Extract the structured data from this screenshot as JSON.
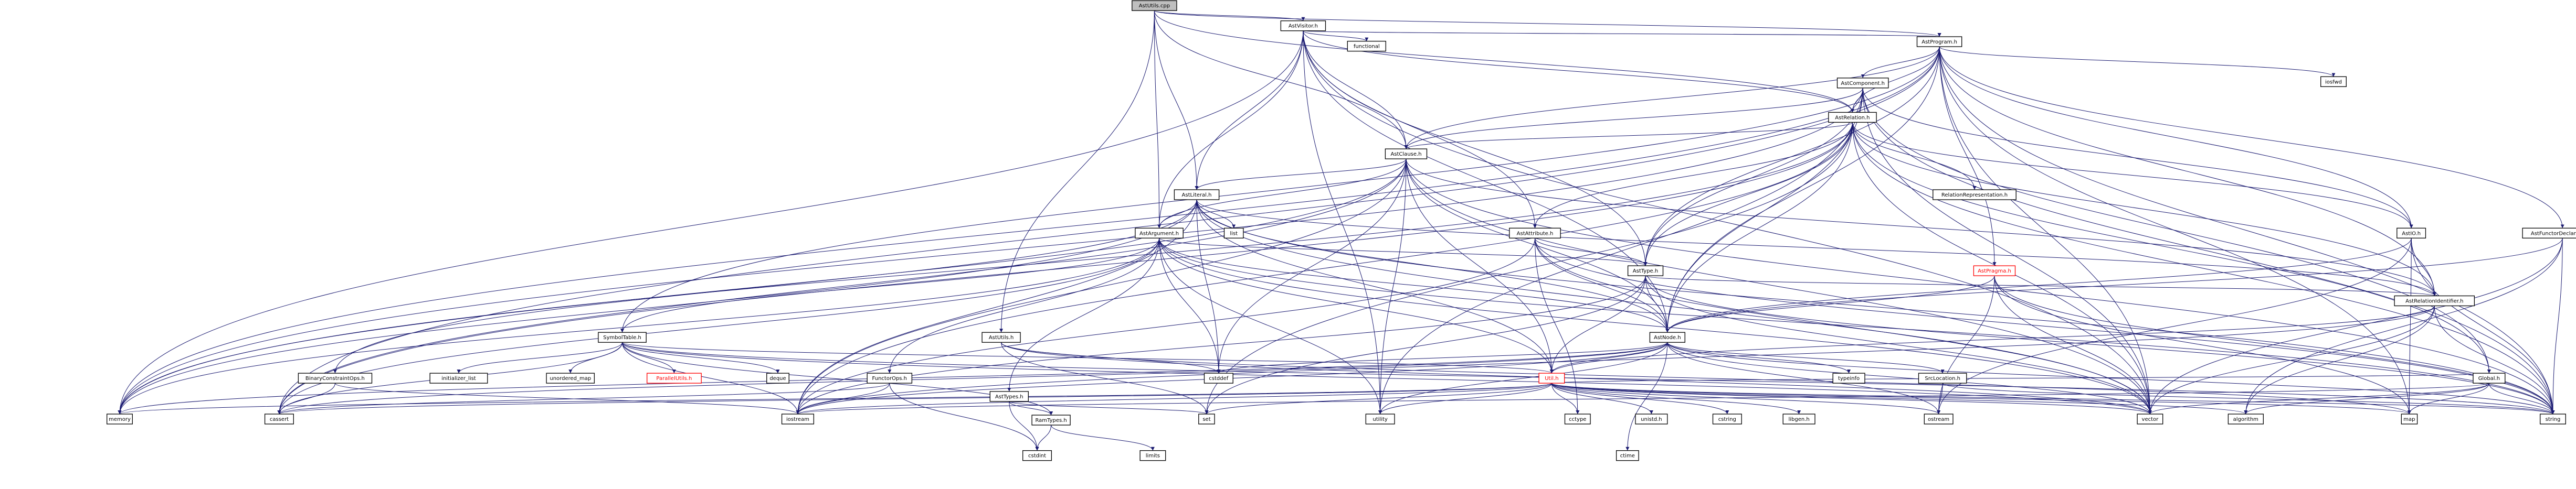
{
  "diagram": {
    "title": "",
    "colors": {
      "edge": "#191970",
      "node_border": "#000000",
      "node_fill": "#ffffff",
      "root_fill": "#bfbfbf",
      "broken_text": "#ff0000"
    },
    "nodes": [
      {
        "id": "root",
        "label": "AstUtils.cpp",
        "root": true
      },
      {
        "id": "AstVisitor",
        "label": "AstVisitor.h"
      },
      {
        "id": "AstProgram",
        "label": "AstProgram.h"
      },
      {
        "id": "functional",
        "label": "functional"
      },
      {
        "id": "AstComponent",
        "label": "AstComponent.h"
      },
      {
        "id": "iosfwd",
        "label": "iosfwd"
      },
      {
        "id": "AstRelation",
        "label": "AstRelation.h"
      },
      {
        "id": "AstClause",
        "label": "AstClause.h"
      },
      {
        "id": "AstLiteral",
        "label": "AstLiteral.h"
      },
      {
        "id": "RelationRepresentation",
        "label": "RelationRepresentation.h"
      },
      {
        "id": "list",
        "label": "list"
      },
      {
        "id": "AstArgument",
        "label": "AstArgument.h"
      },
      {
        "id": "AstAttribute",
        "label": "AstAttribute.h"
      },
      {
        "id": "AstIO",
        "label": "AstIO.h"
      },
      {
        "id": "AstFunctorDeclaration",
        "label": "AstFunctorDeclaration.h"
      },
      {
        "id": "AstPragma",
        "label": "AstPragma.h",
        "broken": true
      },
      {
        "id": "AstType",
        "label": "AstType.h"
      },
      {
        "id": "AstRelationIdentifier",
        "label": "AstRelationIdentifier.h"
      },
      {
        "id": "SymbolTable",
        "label": "SymbolTable.h"
      },
      {
        "id": "AstUtilsH",
        "label": "AstUtils.h"
      },
      {
        "id": "AstNode",
        "label": "AstNode.h"
      },
      {
        "id": "Global",
        "label": "Global.h"
      },
      {
        "id": "BinaryConstraintOps",
        "label": "BinaryConstraintOps.h"
      },
      {
        "id": "initializer_list",
        "label": "initializer_list"
      },
      {
        "id": "unordered_map",
        "label": "unordered_map"
      },
      {
        "id": "ParallelUtils",
        "label": "ParallelUtils.h",
        "broken": true
      },
      {
        "id": "deque",
        "label": "deque"
      },
      {
        "id": "FunctorOps",
        "label": "FunctorOps.h"
      },
      {
        "id": "AstTypes",
        "label": "AstTypes.h"
      },
      {
        "id": "Util",
        "label": "Util.h",
        "broken": true
      },
      {
        "id": "typeinfo",
        "label": "typeinfo"
      },
      {
        "id": "SrcLocation",
        "label": "SrcLocation.h"
      },
      {
        "id": "cstddef",
        "label": "cstddef"
      },
      {
        "id": "RamTypes",
        "label": "RamTypes.h"
      },
      {
        "id": "memory",
        "label": "memory"
      },
      {
        "id": "cassert",
        "label": "cassert"
      },
      {
        "id": "iostream",
        "label": "iostream"
      },
      {
        "id": "utility",
        "label": "utility"
      },
      {
        "id": "set",
        "label": "set"
      },
      {
        "id": "cctype",
        "label": "cctype"
      },
      {
        "id": "unistd",
        "label": "unistd.h"
      },
      {
        "id": "cstring",
        "label": "cstring"
      },
      {
        "id": "libgen",
        "label": "libgen.h"
      },
      {
        "id": "ostream",
        "label": "ostream"
      },
      {
        "id": "vector",
        "label": "vector"
      },
      {
        "id": "algorithm",
        "label": "algorithm"
      },
      {
        "id": "map",
        "label": "map"
      },
      {
        "id": "string",
        "label": "string"
      },
      {
        "id": "cstdint",
        "label": "cstdint"
      },
      {
        "id": "limits",
        "label": "limits"
      },
      {
        "id": "ctime",
        "label": "ctime"
      }
    ],
    "edges": [
      [
        "root",
        "AstVisitor"
      ],
      [
        "root",
        "AstProgram"
      ],
      [
        "root",
        "AstRelation"
      ],
      [
        "root",
        "AstClause"
      ],
      [
        "root",
        "AstLiteral"
      ],
      [
        "root",
        "AstArgument"
      ],
      [
        "root",
        "AstUtilsH"
      ],
      [
        "AstVisitor",
        "AstProgram"
      ],
      [
        "AstVisitor",
        "functional"
      ],
      [
        "AstVisitor",
        "AstRelation"
      ],
      [
        "AstVisitor",
        "AstClause"
      ],
      [
        "AstVisitor",
        "AstLiteral"
      ],
      [
        "AstVisitor",
        "AstArgument"
      ],
      [
        "AstVisitor",
        "AstAttribute"
      ],
      [
        "AstVisitor",
        "AstType"
      ],
      [
        "AstVisitor",
        "AstNode"
      ],
      [
        "AstVisitor",
        "memory"
      ],
      [
        "AstVisitor",
        "utility"
      ],
      [
        "AstVisitor",
        "vector"
      ],
      [
        "AstProgram",
        "AstComponent"
      ],
      [
        "AstProgram",
        "iosfwd"
      ],
      [
        "AstProgram",
        "AstRelation"
      ],
      [
        "AstProgram",
        "AstClause"
      ],
      [
        "AstProgram",
        "AstIO"
      ],
      [
        "AstProgram",
        "AstFunctorDeclaration"
      ],
      [
        "AstProgram",
        "AstPragma"
      ],
      [
        "AstProgram",
        "AstType"
      ],
      [
        "AstProgram",
        "AstRelationIdentifier"
      ],
      [
        "AstProgram",
        "AstNode"
      ],
      [
        "AstProgram",
        "SymbolTable"
      ],
      [
        "AstProgram",
        "memory"
      ],
      [
        "AstProgram",
        "cassert"
      ],
      [
        "AstProgram",
        "vector"
      ],
      [
        "AstProgram",
        "map"
      ],
      [
        "AstProgram",
        "string"
      ],
      [
        "AstComponent",
        "AstRelation"
      ],
      [
        "AstComponent",
        "AstClause"
      ],
      [
        "AstComponent",
        "AstIO"
      ],
      [
        "AstComponent",
        "AstType"
      ],
      [
        "AstComponent",
        "AstNode"
      ],
      [
        "AstComponent",
        "Global"
      ],
      [
        "AstComponent",
        "memory"
      ],
      [
        "AstComponent",
        "utility"
      ],
      [
        "AstComponent",
        "string"
      ],
      [
        "AstComponent",
        "vector"
      ],
      [
        "AstRelation",
        "AstClause"
      ],
      [
        "AstRelation",
        "RelationRepresentation"
      ],
      [
        "AstRelation",
        "AstAttribute"
      ],
      [
        "AstRelation",
        "AstIO"
      ],
      [
        "AstRelation",
        "AstRelationIdentifier"
      ],
      [
        "AstRelation",
        "AstType"
      ],
      [
        "AstRelation",
        "AstNode"
      ],
      [
        "AstRelation",
        "Global"
      ],
      [
        "AstRelation",
        "memory"
      ],
      [
        "AstRelation",
        "set"
      ],
      [
        "AstRelation",
        "cassert"
      ],
      [
        "AstRelation",
        "iostream"
      ],
      [
        "AstRelation",
        "vector"
      ],
      [
        "AstRelation",
        "string"
      ],
      [
        "AstClause",
        "AstLiteral"
      ],
      [
        "AstClause",
        "AstArgument"
      ],
      [
        "AstClause",
        "AstNode"
      ],
      [
        "AstClause",
        "AstRelationIdentifier"
      ],
      [
        "AstClause",
        "Util"
      ],
      [
        "AstClause",
        "memory"
      ],
      [
        "AstClause",
        "cassert"
      ],
      [
        "AstClause",
        "cstddef"
      ],
      [
        "AstClause",
        "utility"
      ],
      [
        "AstClause",
        "iostream"
      ],
      [
        "AstClause",
        "vector"
      ],
      [
        "AstClause",
        "string"
      ],
      [
        "AstLiteral",
        "list"
      ],
      [
        "AstLiteral",
        "AstArgument"
      ],
      [
        "AstLiteral",
        "AstNode"
      ],
      [
        "AstLiteral",
        "AstRelationIdentifier"
      ],
      [
        "AstLiteral",
        "BinaryConstraintOps"
      ],
      [
        "AstLiteral",
        "Util"
      ],
      [
        "AstLiteral",
        "cstddef"
      ],
      [
        "AstLiteral",
        "iostream"
      ],
      [
        "AstLiteral",
        "memory"
      ],
      [
        "AstLiteral",
        "string"
      ],
      [
        "AstLiteral",
        "vector"
      ],
      [
        "AstArgument",
        "AstNode"
      ],
      [
        "AstArgument",
        "AstType"
      ],
      [
        "AstArgument",
        "SymbolTable"
      ],
      [
        "AstArgument",
        "FunctorOps"
      ],
      [
        "AstArgument",
        "AstTypes"
      ],
      [
        "AstArgument",
        "Util"
      ],
      [
        "AstArgument",
        "cstddef"
      ],
      [
        "AstArgument",
        "cassert"
      ],
      [
        "AstArgument",
        "memory"
      ],
      [
        "AstArgument",
        "vector"
      ],
      [
        "AstArgument",
        "string"
      ],
      [
        "AstArgument",
        "utility"
      ],
      [
        "AstAttribute",
        "AstNode"
      ],
      [
        "AstAttribute",
        "AstType"
      ],
      [
        "AstAttribute",
        "iostream"
      ],
      [
        "AstAttribute",
        "string"
      ],
      [
        "AstAttribute",
        "vector"
      ],
      [
        "AstAttribute",
        "cctype"
      ],
      [
        "AstIO",
        "AstNode"
      ],
      [
        "AstIO",
        "AstRelationIdentifier"
      ],
      [
        "AstIO",
        "map"
      ],
      [
        "AstIO",
        "string"
      ],
      [
        "AstIO",
        "ostream"
      ],
      [
        "AstFunctorDeclaration",
        "AstNode"
      ],
      [
        "AstFunctorDeclaration",
        "string"
      ],
      [
        "AstFunctorDeclaration",
        "vector"
      ],
      [
        "AstFunctorDeclaration",
        "algorithm"
      ],
      [
        "AstPragma",
        "AstNode"
      ],
      [
        "AstPragma",
        "ostream"
      ],
      [
        "AstPragma",
        "string"
      ],
      [
        "AstPragma",
        "vector"
      ],
      [
        "AstPragma",
        "map"
      ],
      [
        "AstType",
        "AstNode"
      ],
      [
        "AstType",
        "AstRelationIdentifier"
      ],
      [
        "AstType",
        "Util"
      ],
      [
        "AstType",
        "set"
      ],
      [
        "AstType",
        "iostream"
      ],
      [
        "AstType",
        "string"
      ],
      [
        "AstType",
        "vector"
      ],
      [
        "AstRelationIdentifier",
        "Util"
      ],
      [
        "AstRelationIdentifier",
        "algorithm"
      ],
      [
        "AstRelationIdentifier",
        "iostream"
      ],
      [
        "AstRelationIdentifier",
        "string"
      ],
      [
        "AstRelationIdentifier",
        "vector"
      ],
      [
        "SymbolTable",
        "ParallelUtils"
      ],
      [
        "SymbolTable",
        "RamTypes"
      ],
      [
        "SymbolTable",
        "Util"
      ],
      [
        "SymbolTable",
        "deque"
      ],
      [
        "SymbolTable",
        "initializer_list"
      ],
      [
        "SymbolTable",
        "iostream"
      ],
      [
        "SymbolTable",
        "unordered_map"
      ],
      [
        "SymbolTable",
        "cassert"
      ],
      [
        "SymbolTable",
        "string"
      ],
      [
        "SymbolTable",
        "vector"
      ],
      [
        "AstUtilsH",
        "cstddef"
      ],
      [
        "AstUtilsH",
        "map"
      ],
      [
        "AstUtilsH",
        "set"
      ],
      [
        "AstUtilsH",
        "vector"
      ],
      [
        "AstNode",
        "typeinfo"
      ],
      [
        "AstNode",
        "SrcLocation"
      ],
      [
        "AstNode",
        "Util"
      ],
      [
        "AstNode",
        "memory"
      ],
      [
        "AstNode",
        "cassert"
      ],
      [
        "AstNode",
        "cstddef"
      ],
      [
        "AstNode",
        "iostream"
      ],
      [
        "AstNode",
        "ostream"
      ],
      [
        "AstNode",
        "string"
      ],
      [
        "AstNode",
        "vector"
      ],
      [
        "AstNode",
        "ctime"
      ],
      [
        "AstNode",
        "utility"
      ],
      [
        "Global",
        "Util"
      ],
      [
        "Global",
        "map"
      ],
      [
        "Global",
        "string"
      ],
      [
        "Global",
        "vector"
      ],
      [
        "Global",
        "algorithm"
      ],
      [
        "Global",
        "iostream"
      ],
      [
        "BinaryConstraintOps",
        "cassert"
      ],
      [
        "BinaryConstraintOps",
        "iostream"
      ],
      [
        "FunctorOps",
        "cassert"
      ],
      [
        "FunctorOps",
        "iostream"
      ],
      [
        "FunctorOps",
        "cstdint"
      ],
      [
        "AstTypes",
        "RamTypes"
      ],
      [
        "AstTypes",
        "set"
      ],
      [
        "AstTypes",
        "cstdint"
      ],
      [
        "RamTypes",
        "cstdint"
      ],
      [
        "RamTypes",
        "limits"
      ],
      [
        "SrcLocation",
        "ostream"
      ],
      [
        "SrcLocation",
        "string"
      ],
      [
        "Util",
        "memory"
      ],
      [
        "Util",
        "cassert"
      ],
      [
        "Util",
        "iostream"
      ],
      [
        "Util",
        "utility"
      ],
      [
        "Util",
        "set"
      ],
      [
        "Util",
        "cctype"
      ],
      [
        "Util",
        "unistd"
      ],
      [
        "Util",
        "cstring"
      ],
      [
        "Util",
        "libgen"
      ],
      [
        "Util",
        "ostream"
      ],
      [
        "Util",
        "vector"
      ],
      [
        "Util",
        "algorithm"
      ],
      [
        "Util",
        "map"
      ],
      [
        "Util",
        "string"
      ]
    ]
  }
}
